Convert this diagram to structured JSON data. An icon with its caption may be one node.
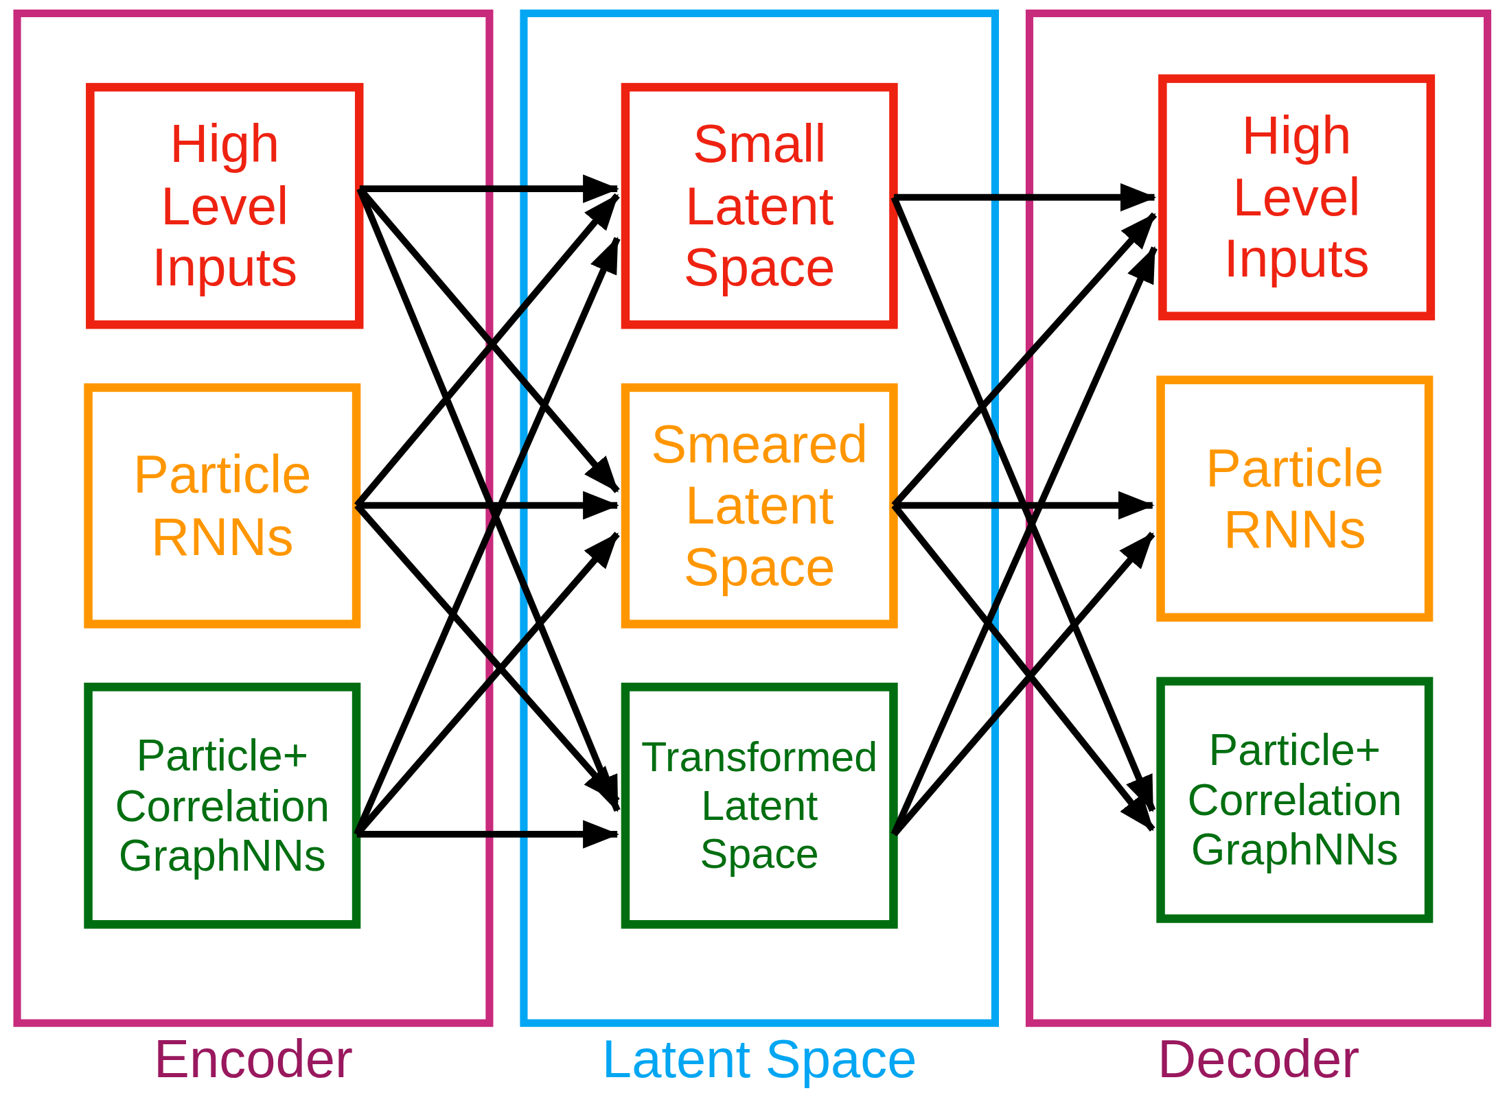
{
  "diagram": {
    "nodes": [
      {
        "text": [
          "Encoder"
        ]
      },
      {
        "text": [
          "High Level Inputs"
        ],
        "in": 0
      },
      {
        "text": [
          "Particle RNNs"
        ],
        "in": 0
      },
      {
        "text": [
          "Particle+ Correlation GraphNNs"
        ],
        "in": 0
      },
      {
        "text": [
          "Latent Space"
        ]
      },
      {
        "text": [
          "Small Latent Space"
        ],
        "in": 4
      },
      {
        "text": [
          "Smeared Latent Space"
        ],
        "in": 4
      },
      {
        "text": [
          "Transformed Latent Space"
        ],
        "in": 4
      },
      {
        "text": [
          "Decoder"
        ]
      },
      {
        "text": [
          "High Level Inputs"
        ],
        "in": 8
      },
      {
        "text": [
          "Particle RNNs"
        ],
        "in": 8
      },
      {
        "text": [
          "Particle+ Correlation GraphNNs"
        ],
        "in": 8
      }
    ],
    "edges": [
      {
        "from": 1,
        "to": 5,
        "arrow": "to"
      },
      {
        "from": 1,
        "to": 6,
        "arrow": "to"
      },
      {
        "from": 1,
        "to": 7,
        "arrow": "to"
      },
      {
        "from": 2,
        "to": 5,
        "arrow": "to"
      },
      {
        "from": 2,
        "to": 6,
        "arrow": "to"
      },
      {
        "from": 2,
        "to": 7,
        "arrow": "to"
      },
      {
        "from": 3,
        "to": 5,
        "arrow": "to"
      },
      {
        "from": 3,
        "to": 6,
        "arrow": "to"
      },
      {
        "from": 3,
        "to": 7,
        "arrow": "to"
      },
      {
        "from": 5,
        "to": 9,
        "arrow": "to"
      },
      {
        "from": 5,
        "to": 11,
        "arrow": "to"
      },
      {
        "from": 6,
        "to": 9,
        "arrow": "to"
      },
      {
        "from": 6,
        "to": 10,
        "arrow": "to"
      },
      {
        "from": 6,
        "to": 11,
        "arrow": "to"
      },
      {
        "from": 7,
        "to": 9,
        "arrow": "to"
      },
      {
        "from": 7,
        "to": 10,
        "arrow": "to"
      }
    ]
  }
}
